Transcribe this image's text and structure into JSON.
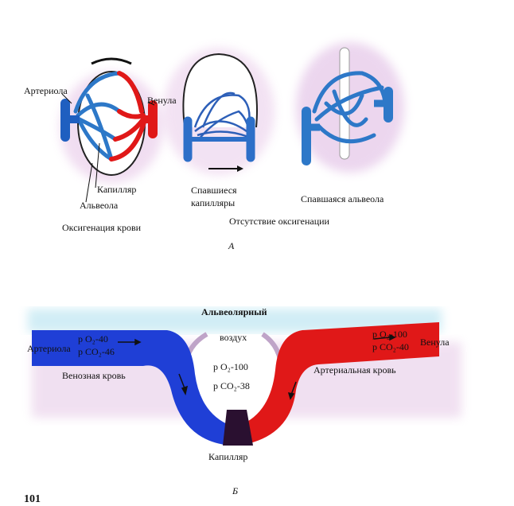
{
  "panel_a": {
    "fig1": {
      "arteriole": "Артериола",
      "venule": "Венула",
      "capillary": "Капилляр",
      "alveolus": "Альвеола",
      "caption": "Оксигенация крови"
    },
    "fig2": {
      "caption_line1": "Спавшиеся",
      "caption_line2": "капилляры"
    },
    "fig3": {
      "caption": "Спавшаяся альвеола"
    },
    "no_oxygenation": "Отсутствие оксигенации",
    "letter": "А"
  },
  "panel_b": {
    "alveolar_air_line1": "Альвеолярный",
    "alveolar_air_line2": "воздух",
    "po2_alv": "p O₂-100",
    "pco2_alv": "p CO₂-38",
    "left_po2": "p O₂-40",
    "left_pco2": "p CO₂-46",
    "arteriole": "Артериола",
    "venous_blood": "Венозная кровь",
    "right_po2": "p O₂-100",
    "right_pco2": "p CO₂-40",
    "venule": "Венула",
    "arterial_blood": "Артериальная кровь",
    "capillary": "Капилляр",
    "letter": "Б"
  },
  "page_number": "101",
  "colors": {
    "venous": "#1f3fd6",
    "arterial": "#e01818",
    "capillary_blue": "#2d78c8",
    "haze_pink": "#c98bd0",
    "haze_cyan": "#8fd3e8"
  }
}
